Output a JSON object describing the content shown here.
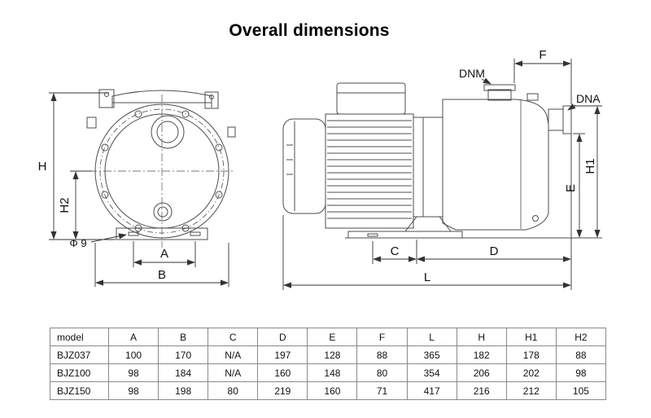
{
  "title": "Overall dimensions",
  "colors": {
    "outline": "#4d4d4d",
    "dimension": "#333333",
    "table_border": "#8a8a8a",
    "text": "#111111"
  },
  "diagram": {
    "front_view": {
      "labels": {
        "H": "H",
        "H2": "H2",
        "phi9": "Φ 9",
        "A": "A",
        "B": "B"
      }
    },
    "side_view": {
      "labels": {
        "F": "F",
        "DNM": "DNM",
        "DNA": "DNA",
        "H1": "H1",
        "E": "E",
        "C": "C",
        "D": "D",
        "L": "L"
      }
    }
  },
  "table": {
    "headers": [
      "model",
      "A",
      "B",
      "C",
      "D",
      "E",
      "F",
      "L",
      "H",
      "H1",
      "H2"
    ],
    "rows": [
      [
        "BJZ037",
        "100",
        "170",
        "N/A",
        "197",
        "128",
        "88",
        "365",
        "182",
        "178",
        "88"
      ],
      [
        "BJZ100",
        "98",
        "184",
        "N/A",
        "160",
        "148",
        "80",
        "354",
        "206",
        "202",
        "98"
      ],
      [
        "BJZ150",
        "98",
        "198",
        "80",
        "219",
        "160",
        "71",
        "417",
        "216",
        "212",
        "105"
      ]
    ]
  }
}
